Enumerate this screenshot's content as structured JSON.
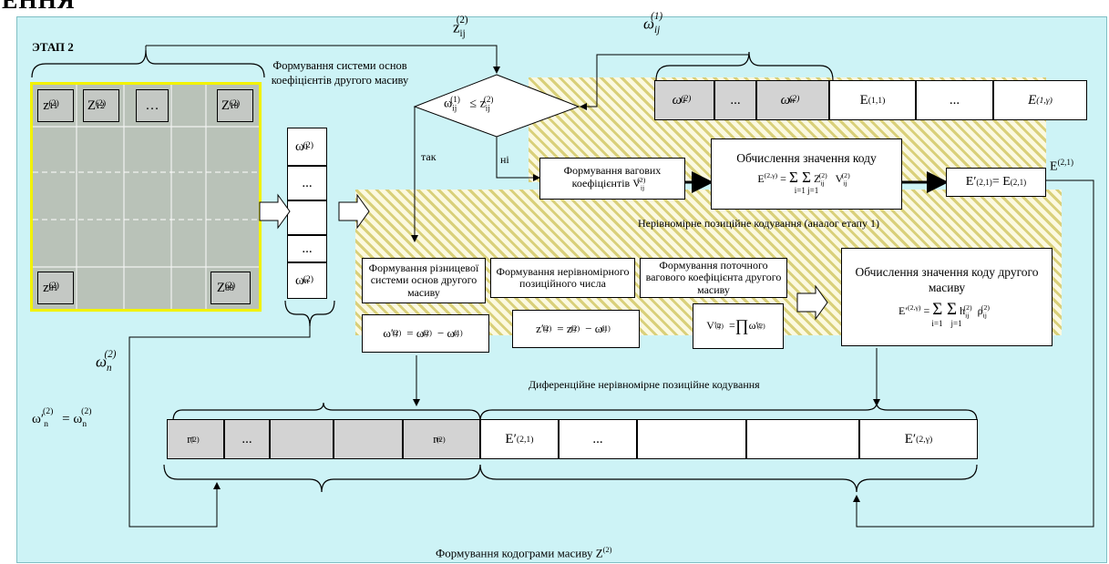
{
  "top_fragment": "ЕННЯ",
  "stage_title": "ЭТАП 2",
  "labels": {
    "z_ij_top": "z",
    "z_ij_top_sup": "(2)",
    "z_ij_top_sub": "ij",
    "omega_top": "ω",
    "omega_top_sup": "(1)",
    "omega_top_sub": "ij",
    "forming_system": "Формування системи основ коефіцієнтів другого масиву",
    "tak": "так",
    "ni": "ні",
    "omega_n_left": "ω",
    "omega_n_left_sup": "(2)",
    "omega_n_left_sub": "n",
    "omega_eq_left": "ω′(2)n = ω(2)n",
    "nonuniform_coding": "Нерівномірне позиційне кодування (аналог етапу 1)",
    "diff_coding": "Диференційне нерівномірне позиційне кодування",
    "codogram": "Формування кодограми масиву Z",
    "codogram_sup": "(2)",
    "e21_right": "E",
    "e21_right_sup": "(2,1)"
  },
  "decision": {
    "text": "ω(1)ij ≤ z(2)ij"
  },
  "boxes": {
    "forming_weights": "Формування вагових коефіцієнтів V(2)ij",
    "compute_code": "Обчислення значення коду",
    "compute_code_formula": "E(2,γ) = Σ Σ Z(2)ij V(2)ij",
    "e_prime_21": "E′(2,1) = E(2,1)",
    "diff_system": "Формування різницевої системи основ другого масиву",
    "nonuniform_number": "Формування нерівномірного позиційного числа",
    "current_weight": "Формування поточного вагового коефіцієнта другого масиву",
    "compute_code2": "Обчислення значення коду другого масиву",
    "compute_code2_formula": "E′(2,γ) = Σ Σ h(2)ij ρ(2)ij",
    "omega_diff": "ω′(2)ij = ω(2)ij − ω(1)ij",
    "z_diff": "z′(2)ij = z(2)ij − ω(1)ij",
    "v_prod": "V′(2)ij = ∏ ω′(2)ξ"
  },
  "image_grid": {
    "cells": [
      "z(2)11",
      "Z(2)12",
      "...",
      "Z(2)18",
      "Z(2)81",
      "Z(2)88"
    ]
  },
  "vertical_array": [
    "ω(2)1",
    "...",
    "",
    "...",
    "ω(2)n"
  ],
  "top_row": [
    "ω(2)1",
    "...",
    "ω(2)n",
    "E(1,1)",
    "...",
    "E(1,γ)"
  ],
  "bottom_row": [
    "r(2)1",
    "...",
    "",
    "",
    "r(2)n",
    "E′(2,1)",
    "...",
    "",
    "",
    "E′(2,γ)"
  ],
  "colors": {
    "panel_bg": "#cdf3f6",
    "hatch": "#d9d07a",
    "grid_border": "#f2f200",
    "gray_cell": "#d3d3d3"
  }
}
